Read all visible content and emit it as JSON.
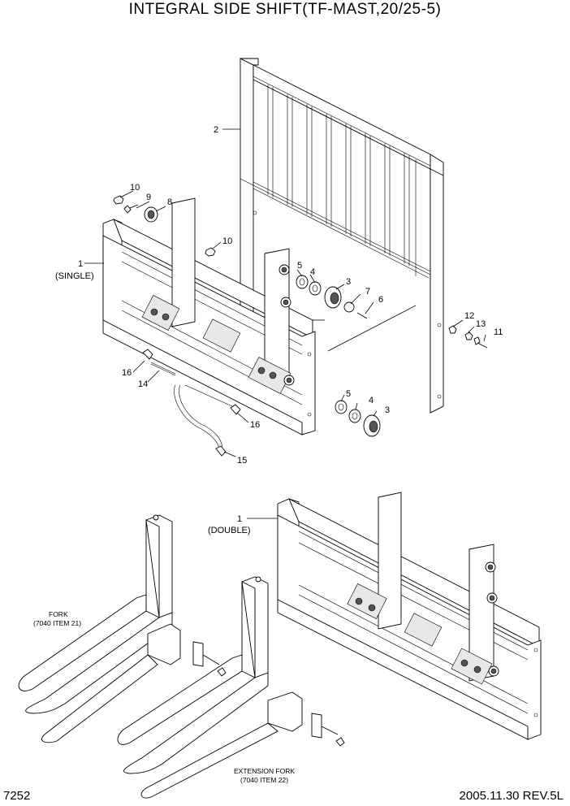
{
  "title": "INTEGRAL SIDE SHIFT(TF-MAST,20/25-5)",
  "footer": {
    "page_number": "7252",
    "date_rev": "2005.11.30  REV.5L"
  },
  "callouts": {
    "c1_single_num": "1",
    "c1_single_txt": "(SINGLE)",
    "c1_double_num": "1",
    "c1_double_txt": "(DOUBLE)",
    "c2": "2",
    "c3a": "3",
    "c3b": "3",
    "c4a": "4",
    "c4b": "4",
    "c5a": "5",
    "c5b": "5",
    "c6": "6",
    "c7": "7",
    "c8": "8",
    "c9": "9",
    "c10a": "10",
    "c10b": "10",
    "c11": "11",
    "c12": "12",
    "c13": "13",
    "c14": "14",
    "c15": "15",
    "c16a": "16",
    "c16b": "16",
    "fork": "FORK",
    "fork_ref": "(7040 ITEM 21)",
    "ext_fork": "EXTENSION FORK",
    "ext_fork_ref": "(7040 ITEM 22)"
  }
}
